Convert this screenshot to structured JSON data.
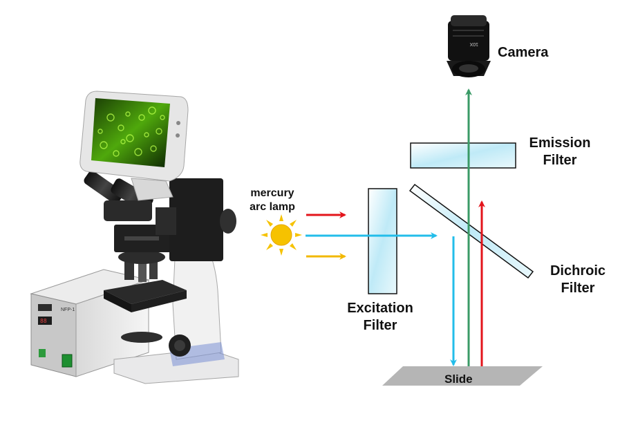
{
  "labels": {
    "camera": "Camera",
    "emission_filter": [
      "Emission",
      "Filter"
    ],
    "lamp": [
      "mercury",
      "arc lamp"
    ],
    "excitation_filter": [
      "Excitation",
      "Filter"
    ],
    "dichroic_filter": [
      "Dichroic",
      "Filter"
    ],
    "slide": "Slide"
  },
  "microscope": {
    "control_box_label": "NFP-1",
    "screen_image": "fluorescent cell image (green)"
  },
  "colors": {
    "red_light": "#e3141b",
    "yellow_light": "#f2b800",
    "blue_light": "#22bdea",
    "green_light": "#3a9a66",
    "filter_fill": "#c6eef8",
    "slide_fill": "#b5b5b5",
    "sun": "#f6c200"
  }
}
